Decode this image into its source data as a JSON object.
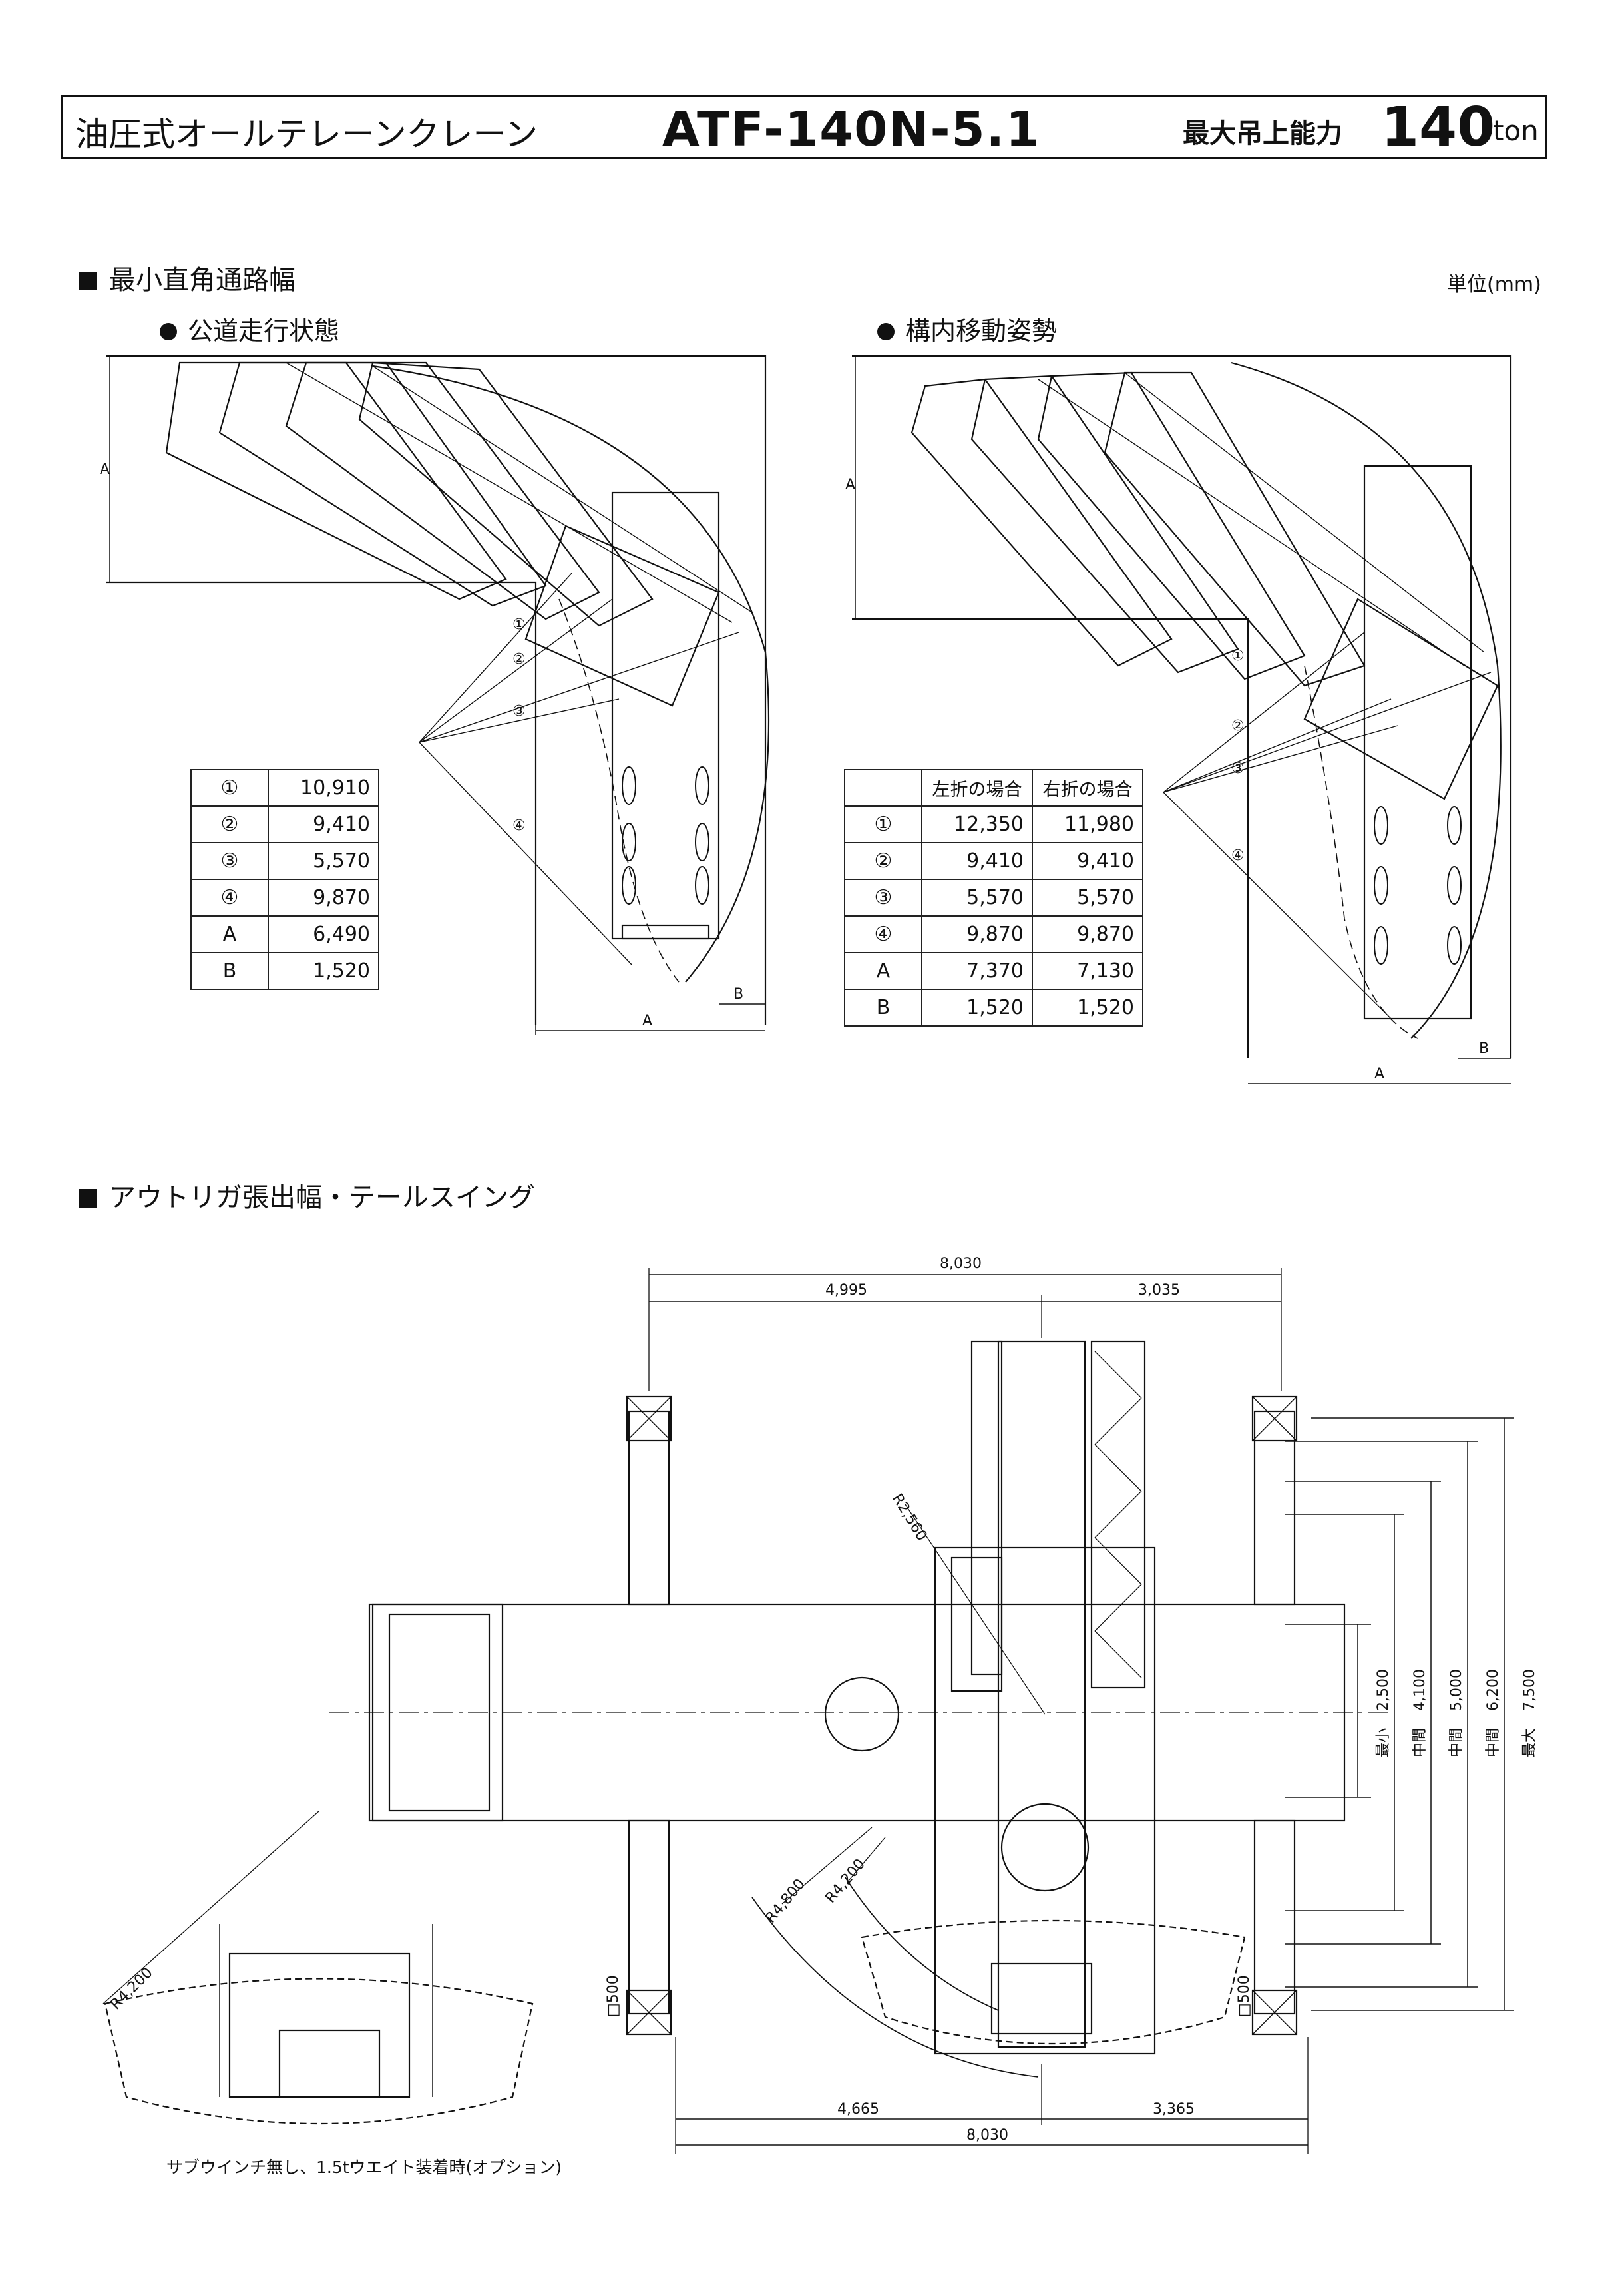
{
  "header": {
    "type_label": "油圧式オールテレーンクレーン",
    "model": "ATF-140N-5.1",
    "capacity_label": "最大吊上能力",
    "capacity_value": "140",
    "capacity_unit": "ton"
  },
  "section1": {
    "title": "最小直角通路幅",
    "unit": "単位(mm)",
    "road": {
      "title": "公道走行状態",
      "rows": [
        {
          "key": "①",
          "value": "10,910"
        },
        {
          "key": "②",
          "value": "9,410"
        },
        {
          "key": "③",
          "value": "5,570"
        },
        {
          "key": "④",
          "value": "9,870"
        },
        {
          "key": "A",
          "value": "6,490"
        },
        {
          "key": "B",
          "value": "1,520"
        }
      ],
      "dim_labels": {
        "a": "A",
        "b": "B"
      }
    },
    "site": {
      "title": "構内移動姿勢",
      "col_left": "左折の場合",
      "col_right": "右折の場合",
      "rows": [
        {
          "key": "①",
          "left": "12,350",
          "right": "11,980"
        },
        {
          "key": "②",
          "left": "9,410",
          "right": "9,410"
        },
        {
          "key": "③",
          "left": "5,570",
          "right": "5,570"
        },
        {
          "key": "④",
          "left": "9,870",
          "right": "9,870"
        },
        {
          "key": "A",
          "left": "7,370",
          "right": "7,130"
        },
        {
          "key": "B",
          "left": "1,520",
          "right": "1,520"
        }
      ],
      "dim_labels": {
        "a": "A",
        "b": "B"
      }
    },
    "circled": [
      "①",
      "②",
      "③",
      "④"
    ]
  },
  "section2": {
    "title": "アウトリガ張出幅・テールスイング",
    "dims": {
      "top_total": "8,030",
      "top_left": "4,995",
      "top_right": "3,035",
      "bottom_left": "4,665",
      "bottom_right": "3,365",
      "bottom_total": "8,030",
      "r2560": "R2,560",
      "r4800": "R4,800",
      "r4200": "R4,200",
      "r4200_inset": "R4,200",
      "pad_left": "□500",
      "pad_right": "□500"
    },
    "widths": [
      {
        "label": "最小",
        "value": "2,500"
      },
      {
        "label": "中間",
        "value": "4,100"
      },
      {
        "label": "中間",
        "value": "5,000"
      },
      {
        "label": "中間",
        "value": "6,200"
      },
      {
        "label": "最大",
        "value": "7,500"
      }
    ],
    "caption": "サブウインチ無し、1.5tウエイト装着時(オプション)"
  }
}
